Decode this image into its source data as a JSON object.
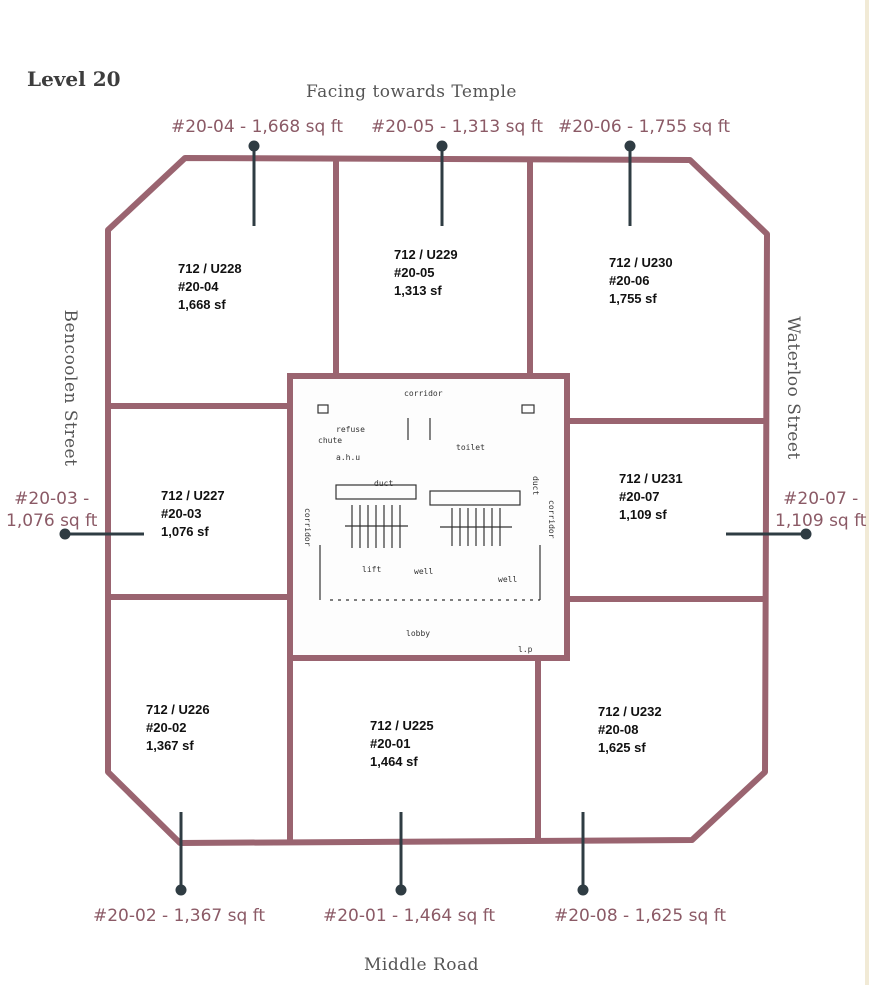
{
  "title": "Level 20",
  "streets": {
    "top": "Facing towards Temple",
    "bottom": "Middle Road",
    "left": "Bencoolen Street",
    "right": "Waterloo Street"
  },
  "callouts": {
    "u2004": "#20-04 - 1,668 sq ft",
    "u2005": "#20-05 - 1,313 sq ft",
    "u2006": "#20-06 - 1,755 sq ft",
    "u2003_line1": "#20-03 -",
    "u2003_line2": "1,076 sq ft",
    "u2007_line1": "#20-07 -",
    "u2007_line2": "1,109 sq ft",
    "u2002": "#20-02 - 1,367 sq ft",
    "u2001": "#20-01 - 1,464 sq ft",
    "u2008": "#20-08 - 1,625 sq ft"
  },
  "units": {
    "u228": {
      "ref": "712 / U228",
      "no": "#20-04",
      "area": "1,668 sf"
    },
    "u229": {
      "ref": "712 / U229",
      "no": "#20-05",
      "area": "1,313 sf"
    },
    "u230": {
      "ref": "712 / U230",
      "no": "#20-06",
      "area": "1,755 sf"
    },
    "u227": {
      "ref": "712 / U227",
      "no": "#20-03",
      "area": "1,076 sf"
    },
    "u231": {
      "ref": "712 / U231",
      "no": "#20-07",
      "area": "1,109 sf"
    },
    "u226": {
      "ref": "712 / U226",
      "no": "#20-02",
      "area": "1,367 sf"
    },
    "u225": {
      "ref": "712 / U225",
      "no": "#20-01",
      "area": "1,464 sf"
    },
    "u232": {
      "ref": "712 / U232",
      "no": "#20-08",
      "area": "1,625 sf"
    }
  },
  "core": {
    "corridor_top": "corridor",
    "refuse": "refuse",
    "chute": "chute",
    "ahu": "a.h.u",
    "toilet": "toilet",
    "duct_left": "duct",
    "duct_right": "duct",
    "corridor_right": "corridor",
    "corridor_left": "corridor",
    "lift": "lift",
    "well_left": "well",
    "well_right": "well",
    "lobby": "lobby",
    "lp": "l.p"
  },
  "colors": {
    "wall": "#9a6470",
    "leader": "#2f3c43",
    "callout_text": "#8b5a66"
  }
}
